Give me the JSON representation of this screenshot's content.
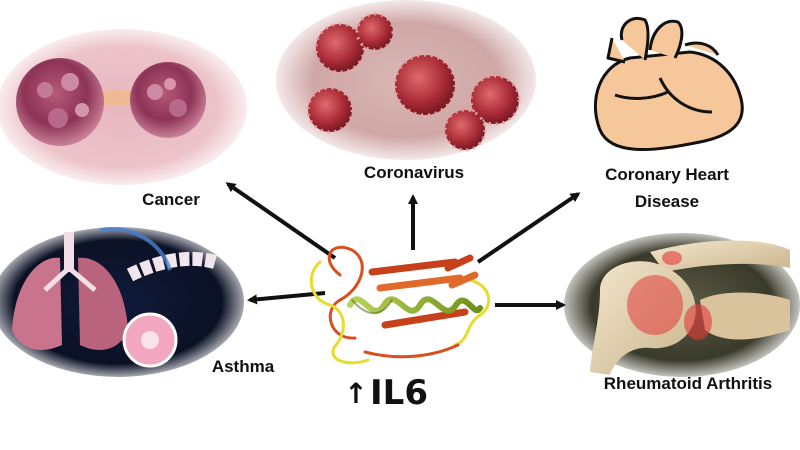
{
  "diagram": {
    "center_label": "IL6",
    "center_indicator": "↑",
    "diseases": [
      {
        "id": "cancer",
        "label": "Cancer"
      },
      {
        "id": "coronavirus",
        "label": "Coronavirus"
      },
      {
        "id": "heart",
        "label_line1": "Coronary Heart",
        "label_line2": "Disease"
      },
      {
        "id": "asthma",
        "label": "Asthma"
      },
      {
        "id": "arthritis",
        "label": "Rheumatoid Arthritis"
      }
    ]
  },
  "colors": {
    "arrow": "#111111",
    "cell_pink": "#d99aa7",
    "virus_red": "#b4303a",
    "heart_orange": "#f6c79a",
    "lung_pink": "#c9748c",
    "bone_beige": "#e6d5b6",
    "inflammation_red": "#e23b3b",
    "helix_green": "#9fc12f",
    "ribbon_orange": "#d8501f",
    "ribbon_yellow": "#e6dc2c"
  }
}
